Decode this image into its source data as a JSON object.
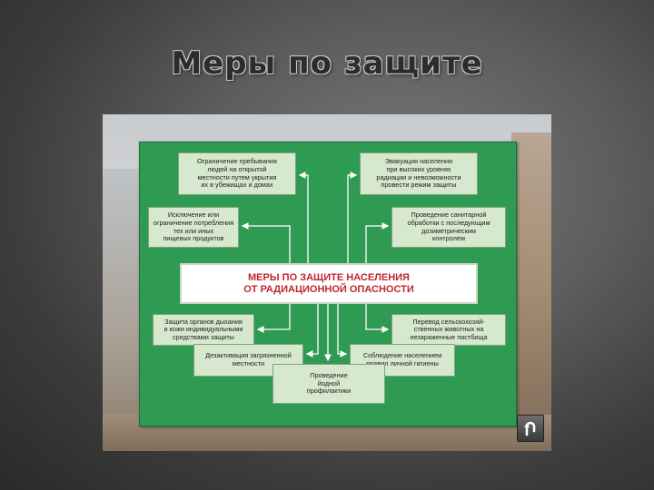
{
  "slide": {
    "title": "Меры по защите"
  },
  "diagram": {
    "center": "МЕРЫ ПО ЗАЩИТЕ НАСЕЛЕНИЯ\nОТ РАДИАЦИОННОЙ ОПАСНОСТИ",
    "boxes": {
      "limit_stay": "Ограничение пребывания\nлюдей на открытой\nместности путем укрытия\nих в убежищах и домах",
      "evacuation": "Эвакуация населения\nпри высоких уровнях\nрадиации и невозможности\nпровести режим защиты",
      "exclude_food": "Исключение или\nограничение потребления\nтех или иных\nпищевых продуктов",
      "sanitary": "Проведение санитарной\nобработки с последующим\nдозиметрическим\nконтролем",
      "respiratory": "Защита органов дыхания\nи кожи индивидуальными\nсредствами защиты",
      "livestock": "Перевод сельскохозяй-\nственных животных на\nнезараженные пастбища",
      "decontamination": "Дезактивация загрязненной\nместности",
      "hygiene": "Соблюдение населением\nправил личной гигиены",
      "iodine": "Проведение\nйодной\nпрофилактики"
    }
  },
  "icons": {
    "return": "return-arrow-icon"
  },
  "colors": {
    "panel_green": "#2f9a52",
    "box_fill": "#d6e8cd",
    "center_text": "#c0262d"
  }
}
